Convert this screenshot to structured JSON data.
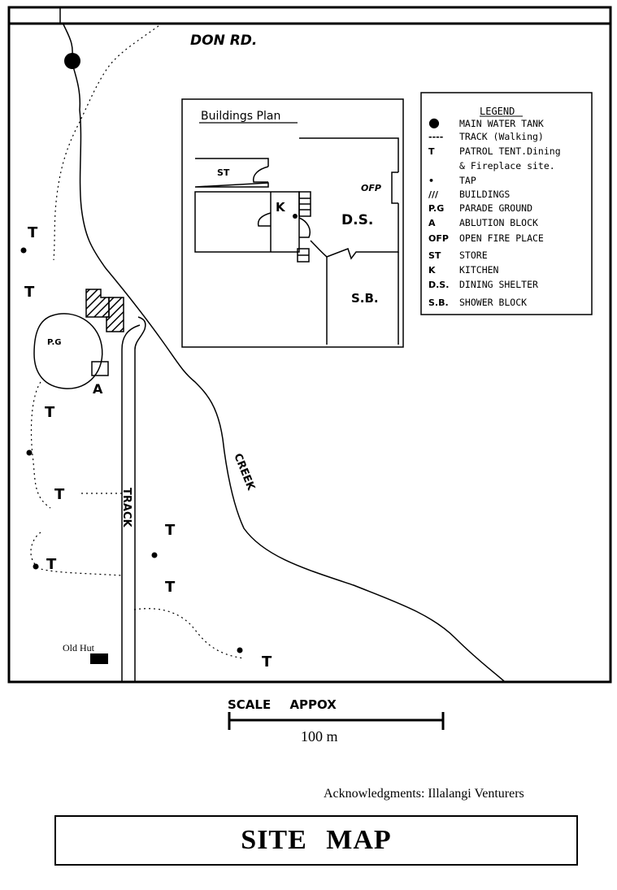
{
  "map": {
    "road_label": "DON RD.",
    "creek_label": "CREEK",
    "track_label": "TRACK",
    "parade_ground_label": "P.G",
    "ablution_label": "A",
    "old_hut_label": "Old Hut",
    "patrol_tent_symbol": "T"
  },
  "buildings_plan": {
    "title": "Buildings Plan",
    "store": "ST",
    "kitchen": "K",
    "dining_shelter": "D.S.",
    "shower_block": "S.B.",
    "open_fire_place": "OFP"
  },
  "legend": {
    "title": "LEGEND",
    "items": [
      {
        "symbol": "●",
        "label": "MAIN WATER TANK"
      },
      {
        "symbol": "----",
        "label": "TRACK (Walking)"
      },
      {
        "symbol": "T",
        "label": "PATROL TENT.Dining"
      },
      {
        "symbol": "",
        "label": "& Fireplace site."
      },
      {
        "symbol": "•",
        "label": "TAP"
      },
      {
        "symbol": "///",
        "label": "BUILDINGS"
      },
      {
        "symbol": "P.G",
        "label": "PARADE GROUND"
      },
      {
        "symbol": "A",
        "label": "ABLUTION BLOCK"
      },
      {
        "symbol": "OFP",
        "label": "OPEN FIRE PLACE"
      },
      {
        "symbol": "ST",
        "label": "STORE"
      },
      {
        "symbol": "K",
        "label": "KITCHEN"
      },
      {
        "symbol": "D.S.",
        "label": "DINING SHELTER"
      },
      {
        "symbol": "S.B.",
        "label": "SHOWER BLOCK"
      }
    ]
  },
  "scale": {
    "label": "SCALE APPOX",
    "distance": "100 m"
  },
  "acknowledgments": "Acknowledgments: Illalangi Venturers",
  "title": "SITE MAP"
}
